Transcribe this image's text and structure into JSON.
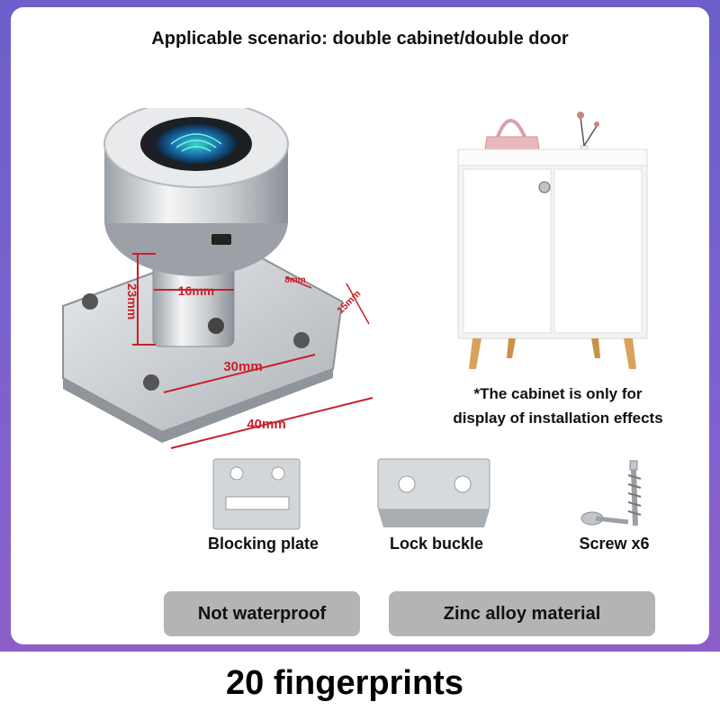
{
  "heading": "Applicable scenario: double cabinet/double door",
  "lock": {
    "dimensions": {
      "height": "23mm",
      "shaft": "16mm",
      "tab_width": "8mm",
      "tab_depth": "15mm",
      "inner_width": "30mm",
      "outer_width": "40mm"
    }
  },
  "cabinet_note": {
    "line1": "*The cabinet is only for",
    "line2": "display of installation effects"
  },
  "accessories": [
    {
      "label": "Blocking plate"
    },
    {
      "label": "Lock buckle"
    },
    {
      "label": "Screw x6"
    }
  ],
  "badges": [
    {
      "label": "Not waterproof"
    },
    {
      "label": "Zinc alloy material"
    }
  ],
  "footer": "20 fingerprints",
  "colors": {
    "frame": "#7a62d0",
    "dimension": "#c8202a",
    "badge": "#b4b4b4"
  }
}
